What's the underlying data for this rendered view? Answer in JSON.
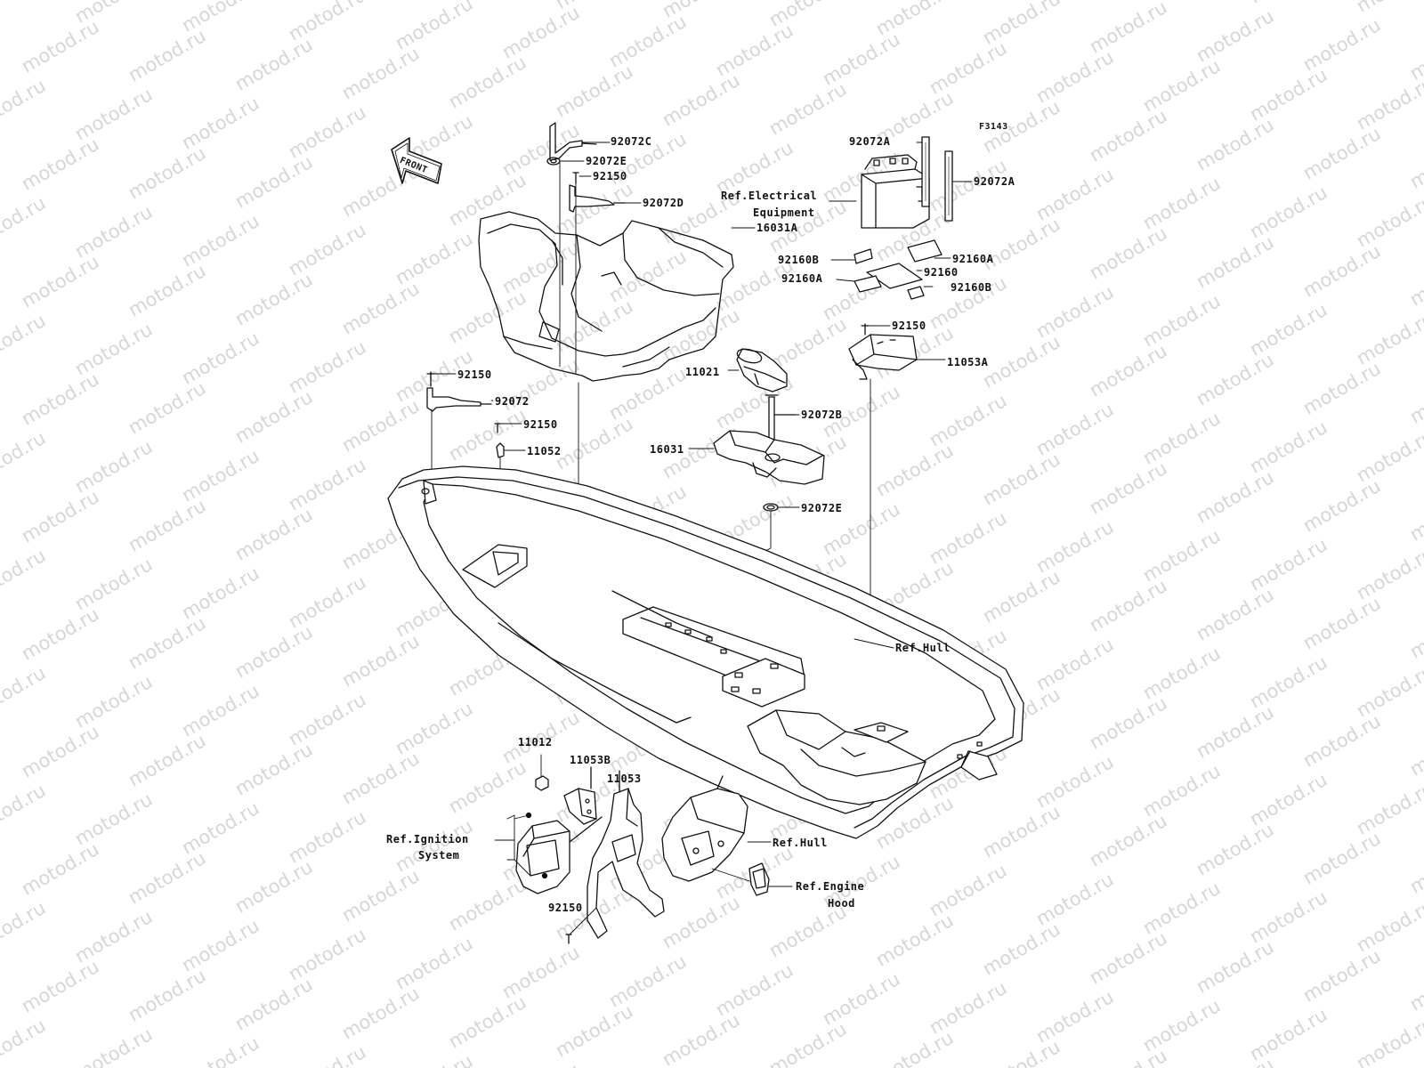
{
  "diagram": {
    "code": "F3143",
    "front_label": "FRONT",
    "watermark_text": "motod.ru",
    "parts": [
      {
        "id": "92072C",
        "text": "92072C"
      },
      {
        "id": "92072E-top",
        "text": "92072E"
      },
      {
        "id": "92150-top",
        "text": "92150"
      },
      {
        "id": "92072D",
        "text": "92072D"
      },
      {
        "id": "16031A",
        "text": "16031A"
      },
      {
        "id": "92072A-left",
        "text": "92072A"
      },
      {
        "id": "92072A-right",
        "text": "92072A"
      },
      {
        "id": "ref-electrical-1",
        "text": "Ref.Electrical"
      },
      {
        "id": "ref-electrical-2",
        "text": "Equipment"
      },
      {
        "id": "92160B-left",
        "text": "92160B"
      },
      {
        "id": "92160A-right",
        "text": "92160A"
      },
      {
        "id": "92160",
        "text": "92160"
      },
      {
        "id": "92160A-left",
        "text": "92160A"
      },
      {
        "id": "92160B-right",
        "text": "92160B"
      },
      {
        "id": "92150-battery",
        "text": "92150"
      },
      {
        "id": "11053A",
        "text": "11053A"
      },
      {
        "id": "11021",
        "text": "11021"
      },
      {
        "id": "92150-mid",
        "text": "92150"
      },
      {
        "id": "92072",
        "text": "92072"
      },
      {
        "id": "92150-mid2",
        "text": "92150"
      },
      {
        "id": "11052",
        "text": "11052"
      },
      {
        "id": "92072B",
        "text": "92072B"
      },
      {
        "id": "16031",
        "text": "16031"
      },
      {
        "id": "92072E-mid",
        "text": "92072E"
      },
      {
        "id": "ref-hull-1",
        "text": "Ref.Hull"
      },
      {
        "id": "11012",
        "text": "11012"
      },
      {
        "id": "11053B",
        "text": "11053B"
      },
      {
        "id": "11053",
        "text": "11053"
      },
      {
        "id": "ref-ignition-1",
        "text": "Ref.Ignition"
      },
      {
        "id": "ref-ignition-2",
        "text": "System"
      },
      {
        "id": "ref-hull-2",
        "text": "Ref.Hull"
      },
      {
        "id": "ref-engine-1",
        "text": "Ref.Engine"
      },
      {
        "id": "ref-engine-2",
        "text": "Hood"
      },
      {
        "id": "92150-bottom",
        "text": "92150"
      }
    ]
  }
}
